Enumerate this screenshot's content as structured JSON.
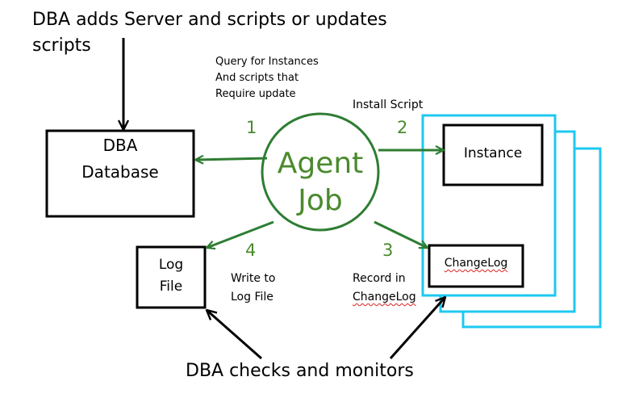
{
  "diagram": {
    "top_note_line1": "DBA adds Server and scripts or updates",
    "top_note_line2": "scripts",
    "query_note": [
      "Query for Instances",
      "And scripts that",
      "Require update"
    ],
    "install_note": "Install Script",
    "dba_database": [
      "DBA",
      "Database"
    ],
    "agent_job": [
      "Agent",
      "Job"
    ],
    "instance": "Instance",
    "changelog": "ChangeLog",
    "log_file": [
      "Log",
      "File"
    ],
    "steps": [
      {
        "num": "1",
        "label": ""
      },
      {
        "num": "2",
        "label": ""
      },
      {
        "num": "3",
        "label": [
          "Record in",
          "ChangeLog"
        ]
      },
      {
        "num": "4",
        "label": [
          "Write to",
          "Log File"
        ]
      }
    ],
    "bottom_note": "DBA  checks and monitors",
    "colors": {
      "flow": "#2e7d32",
      "step_number": "#4a8a2c",
      "server_frame": "#1ec8f0",
      "box_stroke": "#000000",
      "spell_underline": "#dd2222"
    }
  }
}
